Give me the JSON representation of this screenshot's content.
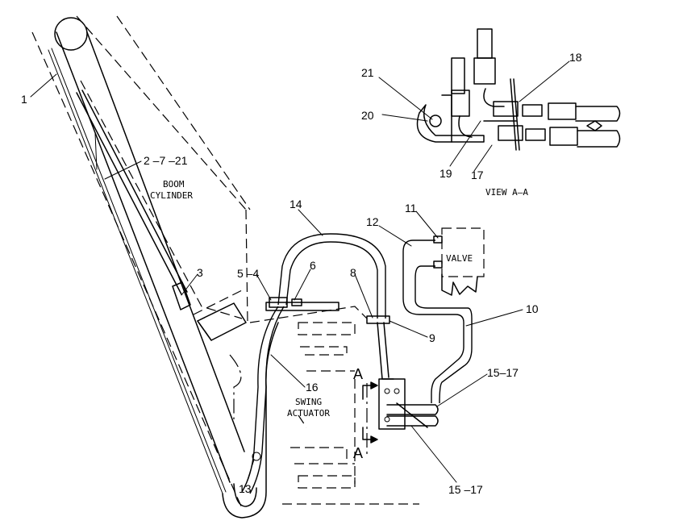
{
  "callouts": {
    "c1": "1",
    "c2": "2 –7 –21",
    "c3": "3",
    "c54": "5 –4",
    "c6": "6",
    "c8": "8",
    "c9": "9",
    "c10": "10",
    "c11": "11",
    "c12": "12",
    "c13": "13",
    "c14": "14",
    "c16": "16",
    "c15a": "15–17",
    "c15b": "15 –17",
    "c17": "17",
    "c18": "18",
    "c19": "19",
    "c20": "20",
    "c21": "21"
  },
  "labels": {
    "boom_line1": "BOOM",
    "boom_line2": "CYLINDER",
    "swing_line1": "SWING",
    "swing_line2": "ACTUATOR",
    "valve": "VALVE",
    "view": "VIEW  A–A",
    "section_top": "A",
    "section_bottom": "A"
  }
}
